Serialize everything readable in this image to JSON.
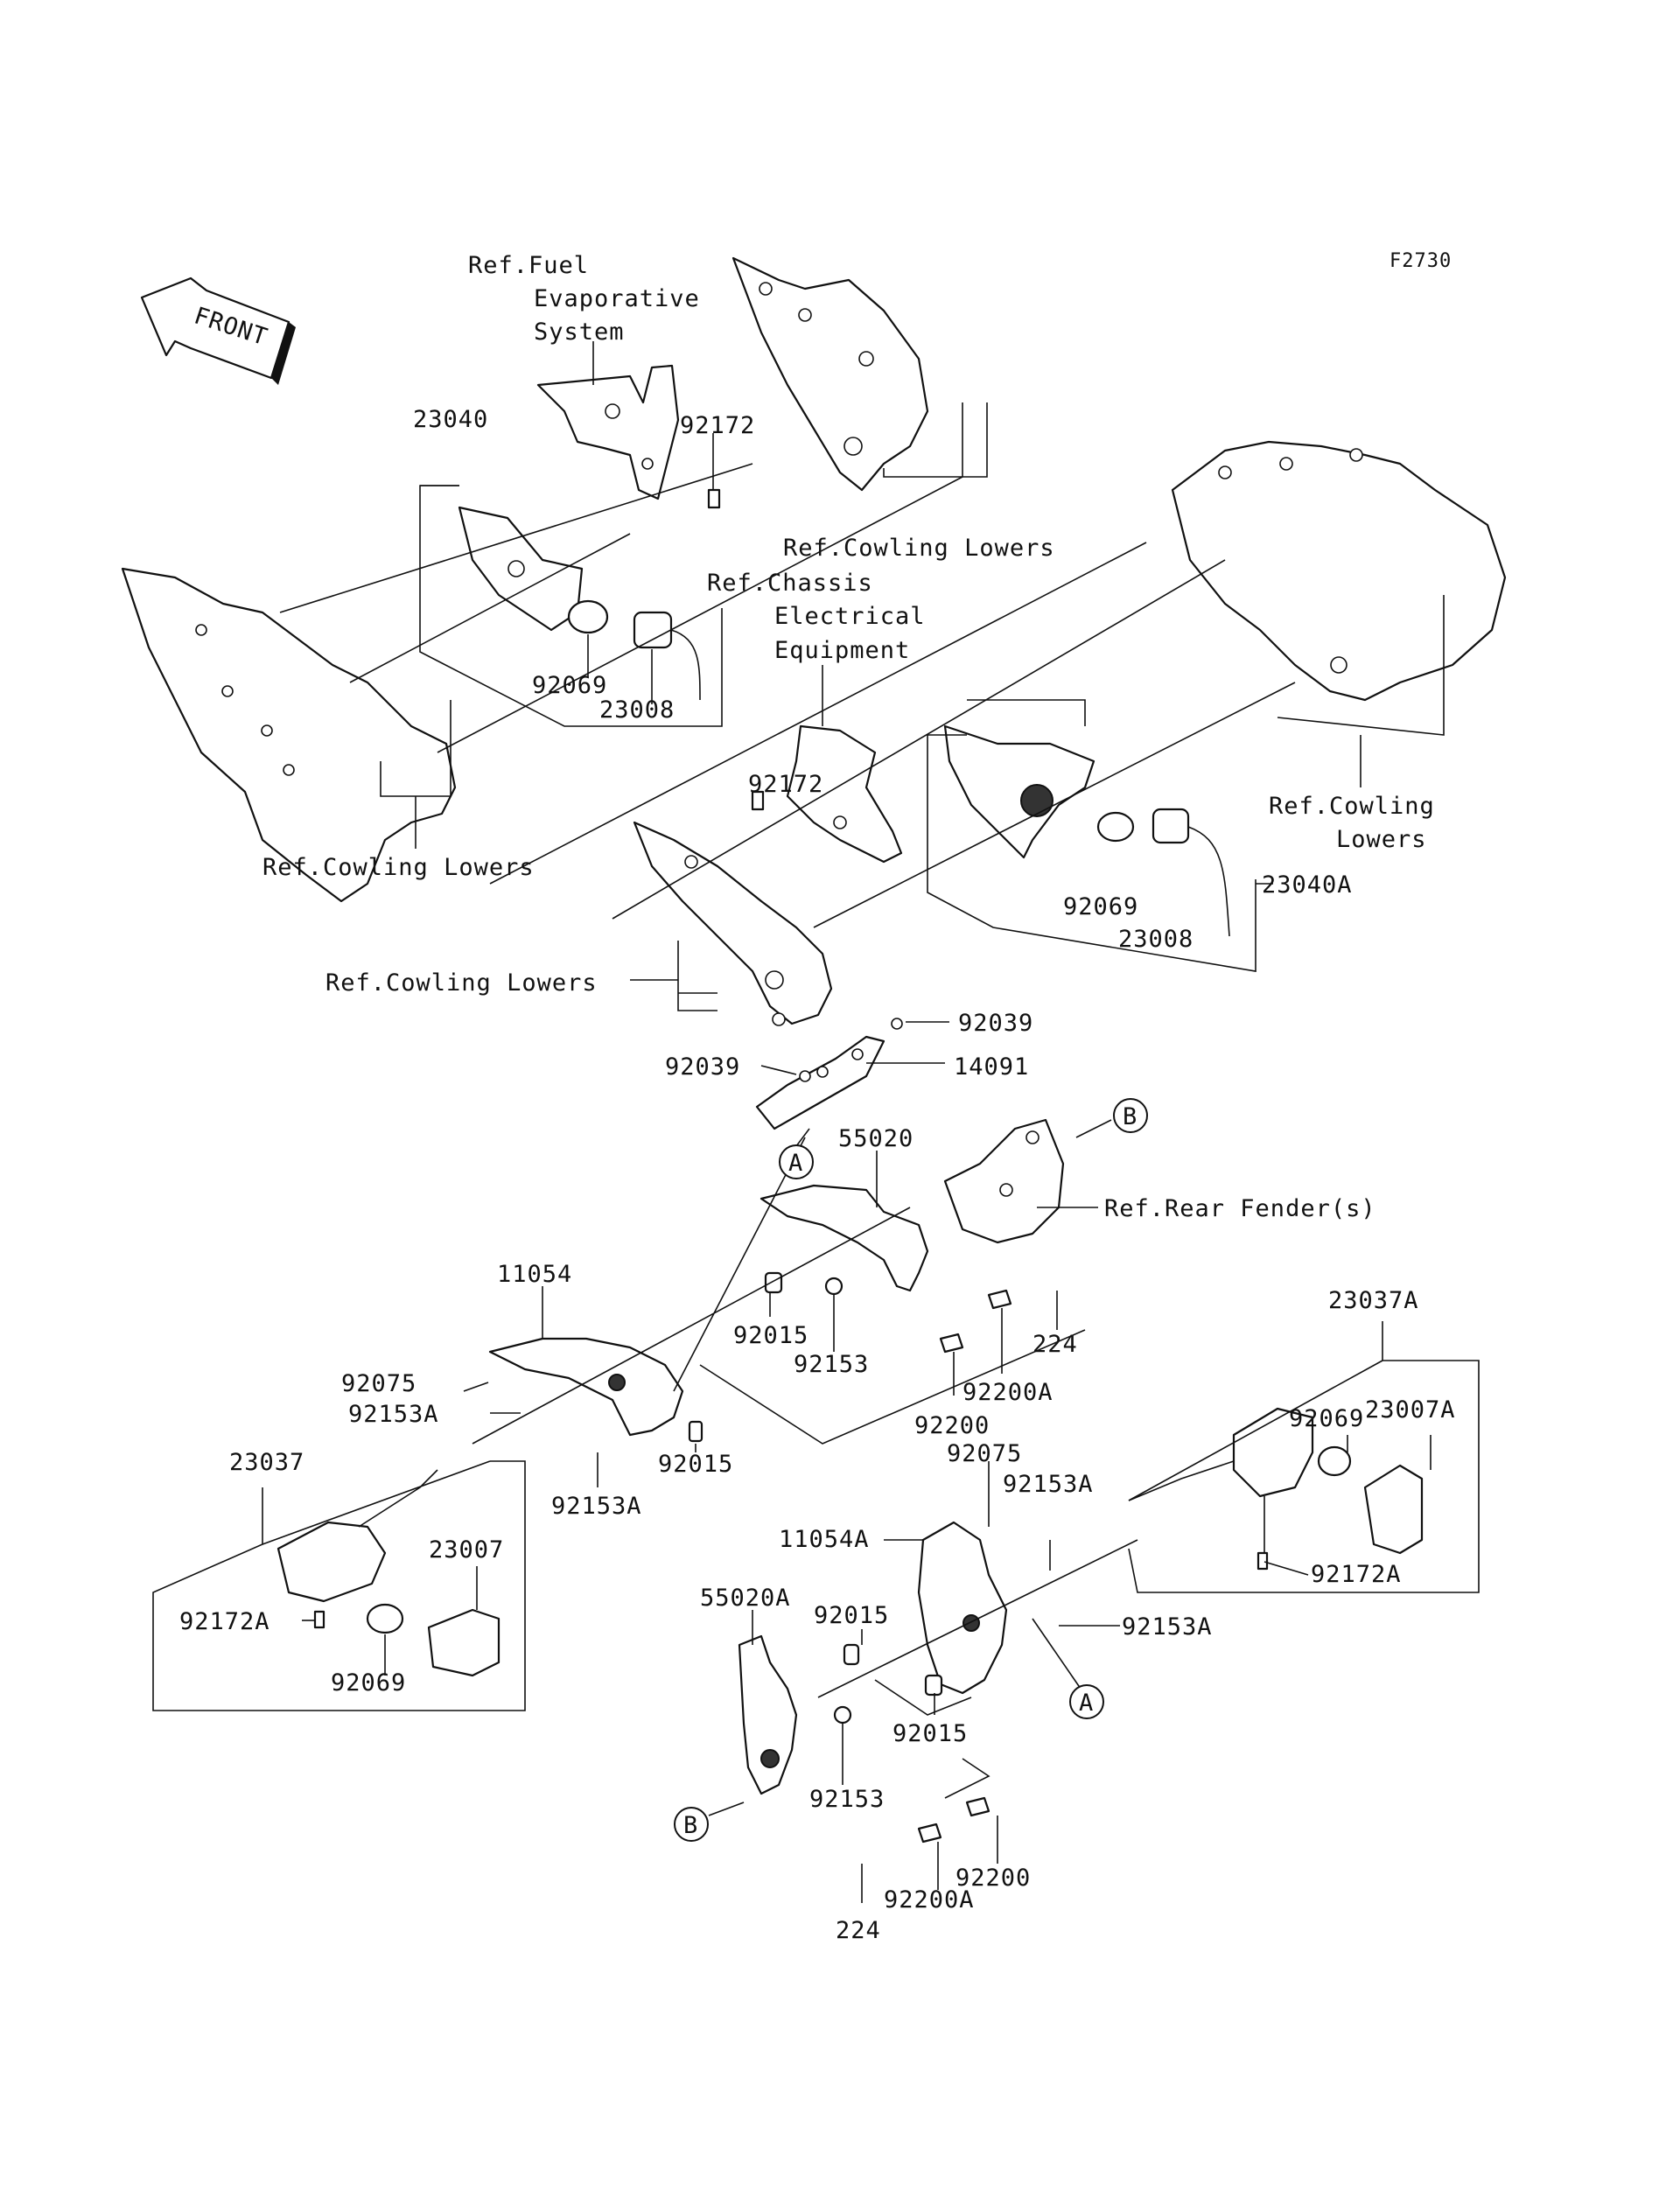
{
  "diagram_code": "F2730",
  "front_arrow": {
    "label": "FRONT",
    "icon": "front-direction-arrow-icon"
  },
  "refs": {
    "fuel_evap": [
      "Ref.Fuel",
      "Evaporative",
      "System"
    ],
    "cowling_lowers_top": "Ref.Cowling Lowers",
    "chassis_electrical": [
      "Ref.Chassis",
      "Electrical",
      "Equipment"
    ],
    "cowling_lowers_right": [
      "Ref.Cowling",
      "Lowers"
    ],
    "cowling_lowers_left": "Ref.Cowling Lowers",
    "cowling_lowers_mid": "Ref.Cowling Lowers",
    "rear_fender": "Ref.Rear Fender(s)"
  },
  "parts": {
    "p23040": "23040",
    "p92172_top": "92172",
    "p92069_top": "92069",
    "p23008_top": "23008",
    "p92172_mid": "92172",
    "p92069_mid": "92069",
    "p23008_mid": "23008",
    "p23040A": "23040A",
    "p92039_right": "92039",
    "p92039_left": "92039",
    "p14091": "14091",
    "p55020": "55020",
    "p11054": "11054",
    "p92075_left": "92075",
    "p92153A_left1": "92153A",
    "p92015_a": "92015",
    "p92153_a": "92153",
    "p224_a": "224",
    "p92200A_a": "92200A",
    "p92200_a": "92200",
    "p92015_b": "92015",
    "p92153A_left2": "92153A",
    "p23037": "23037",
    "p23007": "23007",
    "p92172A_left": "92172A",
    "p92069_left": "92069",
    "p23037A": "23037A",
    "p92069_right": "92069",
    "p23007A": "23007A",
    "p92172A_right": "92172A",
    "p92075_right": "92075",
    "p92153A_right1": "92153A",
    "p11054A": "11054A",
    "p92153A_right2": "92153A",
    "p55020A": "55020A",
    "p92015_c": "92015",
    "p92015_d": "92015",
    "p92153_b": "92153",
    "p92200_b": "92200",
    "p92200A_b": "92200A",
    "p224_b": "224"
  },
  "callouts": {
    "A": "A",
    "B": "B"
  }
}
